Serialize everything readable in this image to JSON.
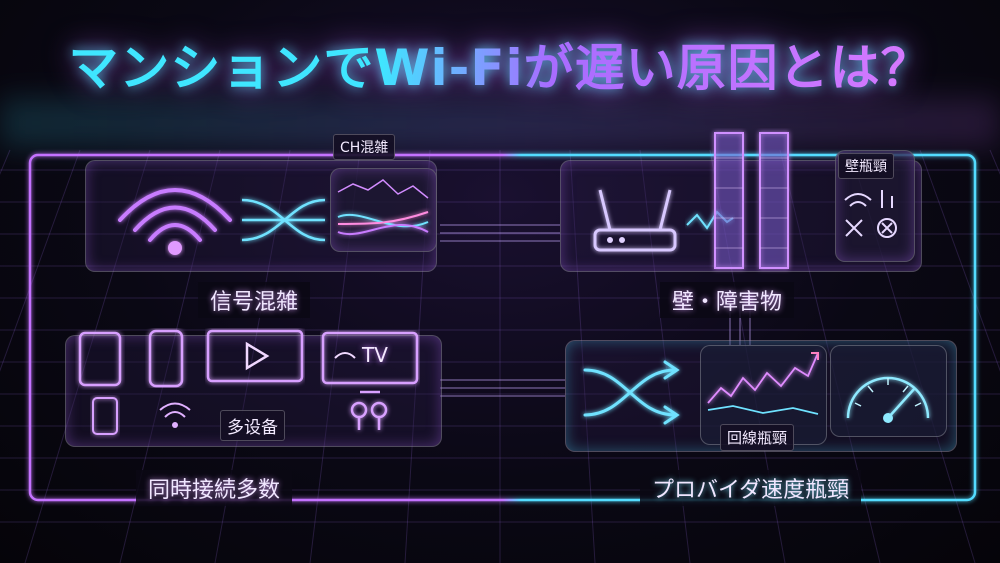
{
  "title": "マンションでWi-Fiが遅い原因とは？",
  "quadrants": {
    "top_left": {
      "label": "信号混雑",
      "tag": "CH混雑"
    },
    "top_right": {
      "label": "壁・障害物",
      "tag": "壁瓶頸"
    },
    "bottom_left": {
      "label": "同時接続多数",
      "tag": "多设备",
      "tv_text": "TV"
    },
    "bottom_right": {
      "label": "プロバイダ速度瓶頸",
      "tag": "回線瓶頸"
    }
  },
  "colors": {
    "cyan": "#3fe6ff",
    "violet": "#b86cff",
    "magenta": "#e07cff"
  }
}
